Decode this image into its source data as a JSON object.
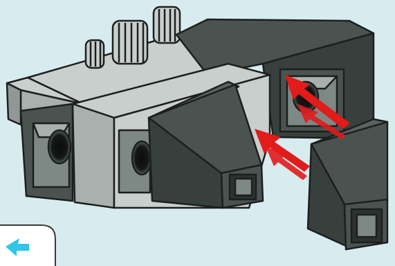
{
  "illustration": {
    "subject": "connector-assembly-step",
    "colors": {
      "background": "#d8ecf0",
      "light_body": "#c9cfcd",
      "light_body_shade": "#a9b1ae",
      "dark_plate": "#4a5350",
      "dark_plate_shade": "#37403d",
      "outline": "#1c1f1e",
      "arrow": "#e21b1b",
      "callout_border": "#3a3a3a",
      "callout_accent": "#2ec7e6"
    },
    "arrows": [
      {
        "name": "insert-arrow-upper"
      },
      {
        "name": "insert-arrow-lower"
      }
    ]
  }
}
